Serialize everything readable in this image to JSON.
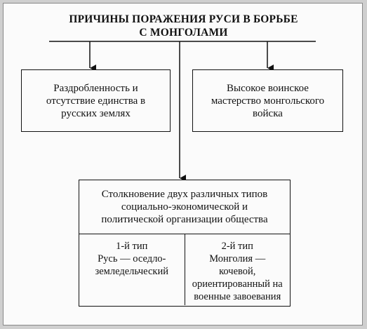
{
  "title": {
    "line1": "ПРИЧИНЫ ПОРАЖЕНИЯ РУСИ В БОРЬБЕ",
    "line2": "С МОНГОЛАМИ"
  },
  "left_box": {
    "line1": "Раздробленность и",
    "line2": "отсутствие единства в",
    "line3": "русских землях"
  },
  "right_box": {
    "line1": "Высокое воинское",
    "line2": "мастерство монгольского",
    "line3": "войска"
  },
  "bottom_box": {
    "header": {
      "line1": "Столкновение двух различных типов",
      "line2": "социально-экономической и",
      "line3": "политической организации общества"
    },
    "type1": {
      "label": "1-й тип",
      "line1": "Русь — оседло-",
      "line2": "земледельческий"
    },
    "type2": {
      "label": "2-й тип",
      "line1": "Монголия —",
      "line2": "кочевой,",
      "line3": "ориентированный на",
      "line4": "военные завоевания"
    }
  }
}
